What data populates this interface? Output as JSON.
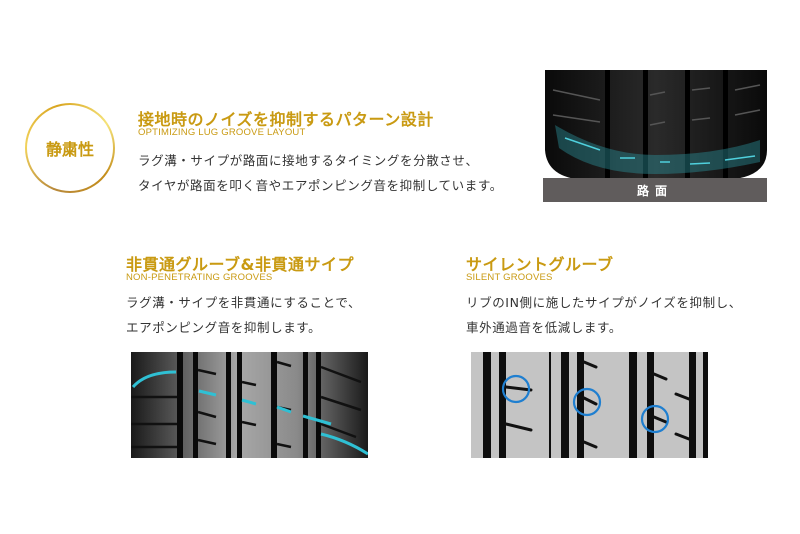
{
  "badge": {
    "label": "静粛性"
  },
  "main": {
    "title": "接地時のノイズを抑制するパターン設計",
    "subtitle": "OPTIMIZING LUG GROOVE LAYOUT",
    "lines": [
      "ラグ溝・サイプが路面に接地するタイミングを分散させ、",
      "タイヤが路面を叩く音やエアポンピング音を抑制しています。"
    ],
    "image_label": "路面"
  },
  "left": {
    "title": "非貫通グルーブ&非貫通サイプ",
    "subtitle": "NON-PENETRATING GROOVES",
    "lines": [
      "ラグ溝・サイプを非貫通にすることで、",
      "エアポンピング音を抑制します。"
    ]
  },
  "right": {
    "title": "サイレントグルーブ",
    "subtitle": "SILENT GROOVES",
    "lines": [
      "リブのIN側に施したサイプがノイズを抑制し、",
      "車外通過音を低減します。"
    ]
  },
  "colors": {
    "accent": "#c99a12",
    "text": "#333333",
    "highlight": "#2fb5c8",
    "road": "#605c5c"
  }
}
